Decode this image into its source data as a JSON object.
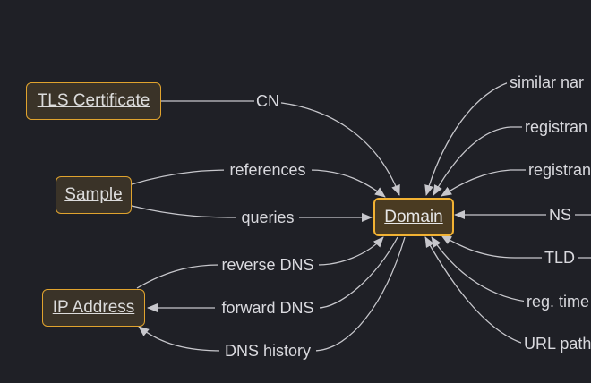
{
  "nodes": {
    "tls": "TLS Certificate",
    "sample": "Sample",
    "ip": "IP Address",
    "domain": "Domain"
  },
  "edge_labels": {
    "cn": "CN",
    "references": "references",
    "queries": "queries",
    "reverse_dns": "reverse DNS",
    "forward_dns": "forward DNS",
    "dns_history": "DNS history",
    "similar": "similar nar",
    "registrant1": "registran",
    "registrant2": "registran",
    "ns": "NS",
    "tld": "TLD",
    "reg_time": "reg. time",
    "url_path": "URL path"
  },
  "colors": {
    "background": "#1f2026",
    "node_border": "#e0a32e",
    "center_border": "#f2b233",
    "edge": "#c7c7cc"
  }
}
